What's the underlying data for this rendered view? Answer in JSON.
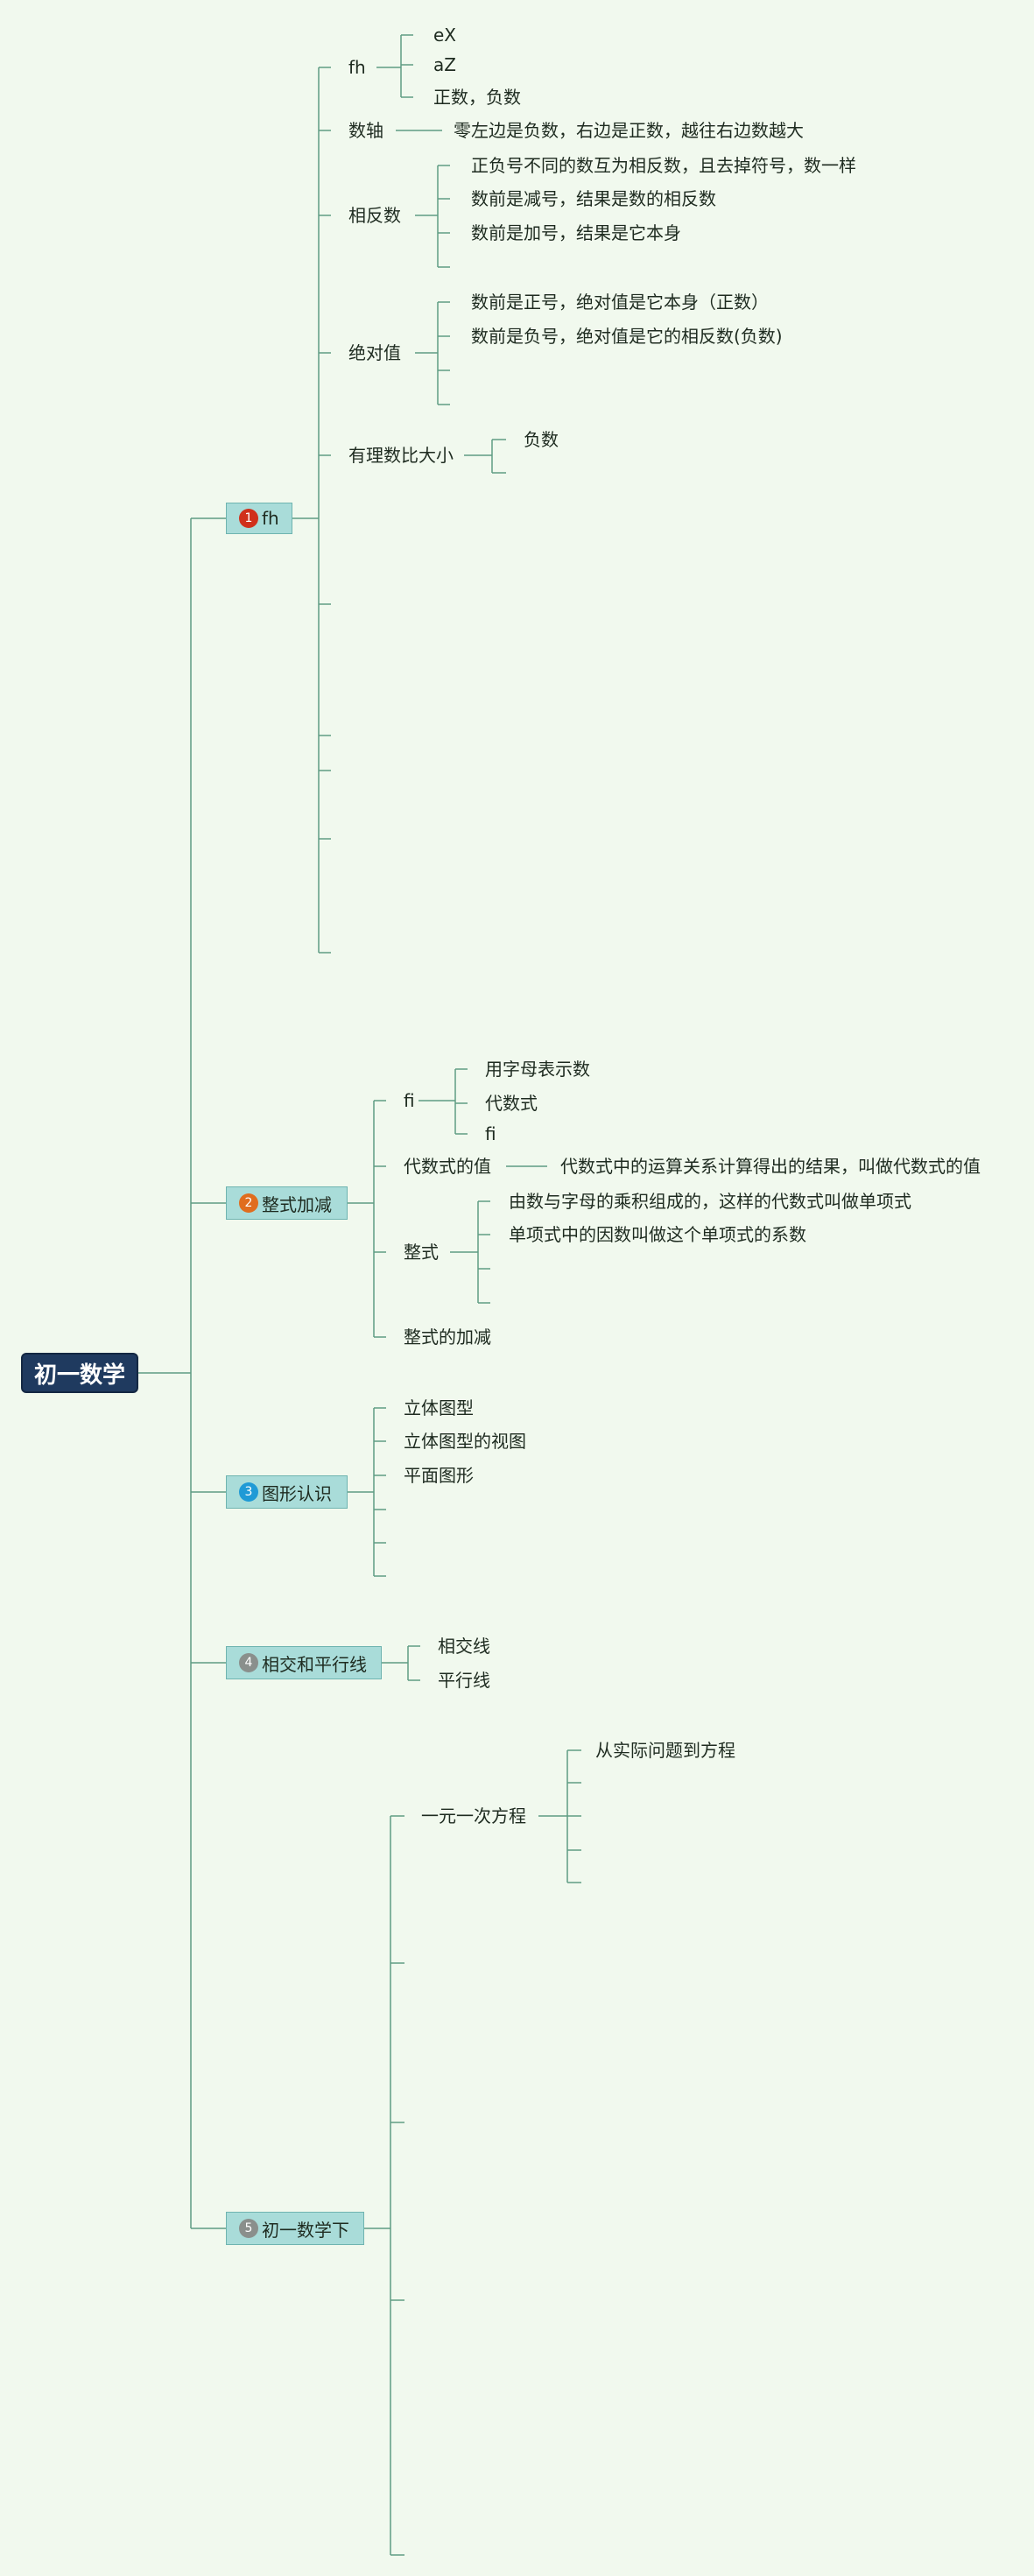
{
  "colors": {
    "background": "#f1f9ee",
    "line": "#5f9c84",
    "root_fill": "#1f3a5f",
    "branch_fill": "#a9dcd9"
  },
  "root": {
    "label": "初一数学"
  },
  "branches": [
    {
      "num": "1",
      "badge_color": "#d0301b",
      "label": "fh",
      "children": [
        {
          "label": "fh",
          "children": [
            "eX",
            "aZ",
            "正数，负数"
          ]
        },
        {
          "label": "数轴",
          "children": [
            "零左边是负数，右边是正数，越往右边数越大"
          ]
        },
        {
          "label": "相反数",
          "children": [
            "正负号不同的数互为相反数，且去掉符号，数一样",
            "数前是减号，结果是数的相反数",
            "数前是加号，结果是它本身"
          ]
        },
        {
          "label": "绝对值",
          "children": [
            "数前是正号，绝对值是它本身（正数）",
            "数前是负号，绝对值是它的相反数(负数)"
          ]
        },
        {
          "label": "有理数比大小",
          "children": [
            "负数"
          ]
        }
      ]
    },
    {
      "num": "2",
      "badge_color": "#e06d1e",
      "label": "整式加减",
      "children": [
        {
          "label": "fi",
          "children": [
            "用字母表示数",
            "代数式",
            "fi"
          ]
        },
        {
          "label": "代数式的值",
          "children": [
            "代数式中的运算关系计算得出的结果，叫做代数式的值"
          ]
        },
        {
          "label": "整式",
          "children": [
            "由数与字母的乘积组成的，这样的代数式叫做单项式",
            "单项式中的因数叫做这个单项式的系数"
          ]
        },
        {
          "label": "整式的加减",
          "children": []
        }
      ]
    },
    {
      "num": "3",
      "badge_color": "#1f9ad6",
      "label": "图形认识",
      "children": [
        {
          "label": "立体图型"
        },
        {
          "label": "立体图型的视图"
        },
        {
          "label": "平面图形"
        }
      ]
    },
    {
      "num": "4",
      "badge_color": "#8a8f8c",
      "label": "相交和平行线",
      "children": [
        {
          "label": "相交线"
        },
        {
          "label": "平行线"
        }
      ]
    },
    {
      "num": "5",
      "badge_color": "#8a8f8c",
      "label": "初一数学下",
      "children": [
        {
          "label": "一元一次方程",
          "children": [
            "从实际问题到方程"
          ]
        }
      ]
    }
  ]
}
